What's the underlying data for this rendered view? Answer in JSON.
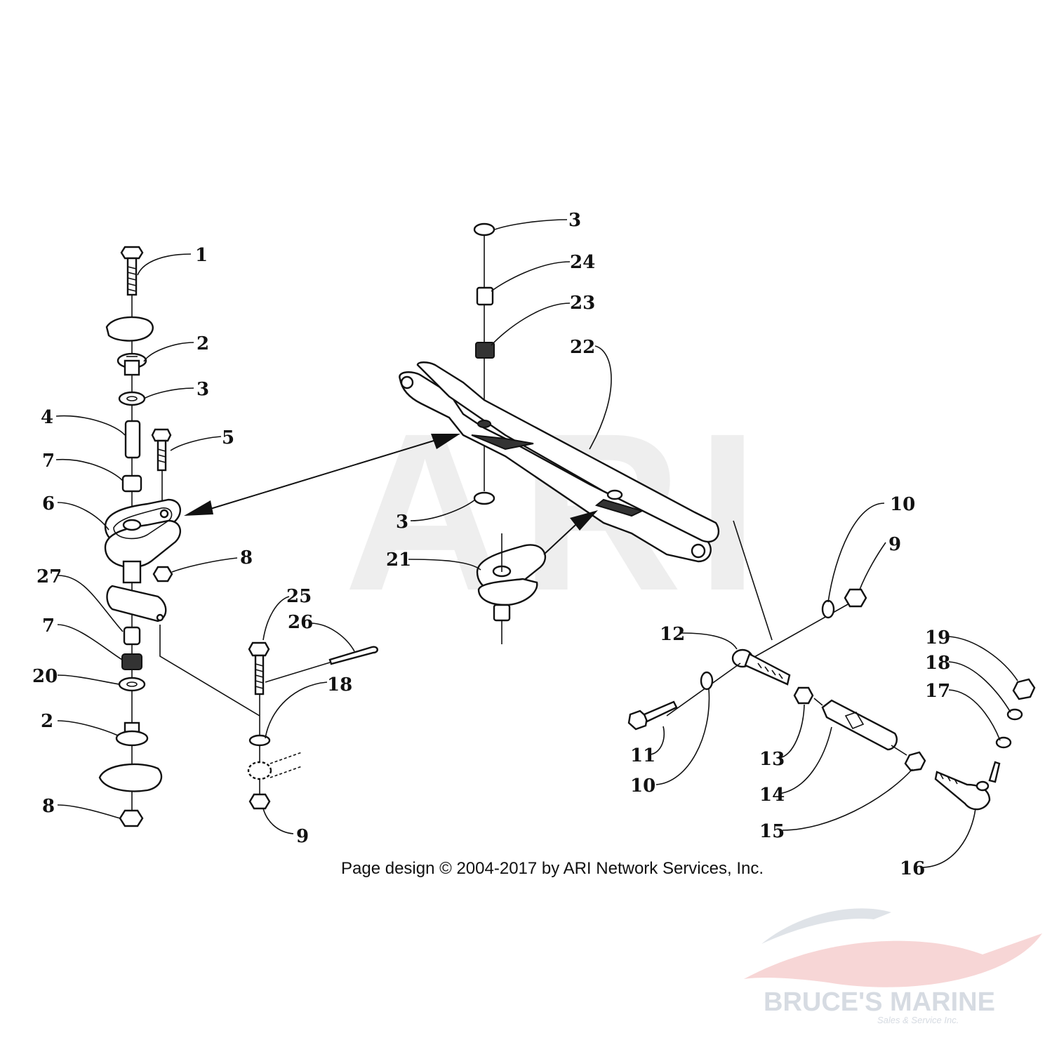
{
  "diagram": {
    "copyright": "Page design © 2004-2017 by ARI Network Services, Inc.",
    "watermark": "ARI",
    "brand": {
      "name": "BRUCE'S MARINE",
      "tagline": "Sales & Service Inc.",
      "colors": {
        "swoosh_red": "#f3c4c4",
        "swoosh_gray": "#dfe3e8",
        "text": "#d6dbe2"
      }
    },
    "callouts": [
      {
        "id": "c1",
        "text": "1"
      },
      {
        "id": "c2a",
        "text": "2"
      },
      {
        "id": "c3a",
        "text": "3"
      },
      {
        "id": "c4",
        "text": "4"
      },
      {
        "id": "c5",
        "text": "5"
      },
      {
        "id": "c7a",
        "text": "7"
      },
      {
        "id": "c6",
        "text": "6"
      },
      {
        "id": "c8a",
        "text": "8"
      },
      {
        "id": "c27",
        "text": "27"
      },
      {
        "id": "c7b",
        "text": "7"
      },
      {
        "id": "c20",
        "text": "20"
      },
      {
        "id": "c2b",
        "text": "2"
      },
      {
        "id": "c8b",
        "text": "8"
      },
      {
        "id": "c25",
        "text": "25"
      },
      {
        "id": "c26",
        "text": "26"
      },
      {
        "id": "c18a",
        "text": "18"
      },
      {
        "id": "c9a",
        "text": "9"
      },
      {
        "id": "c3b",
        "text": "3"
      },
      {
        "id": "c24",
        "text": "24"
      },
      {
        "id": "c23",
        "text": "23"
      },
      {
        "id": "c22",
        "text": "22"
      },
      {
        "id": "c3c",
        "text": "3"
      },
      {
        "id": "c21",
        "text": "21"
      },
      {
        "id": "c10a",
        "text": "10"
      },
      {
        "id": "c9b",
        "text": "9"
      },
      {
        "id": "c12",
        "text": "12"
      },
      {
        "id": "c19",
        "text": "19"
      },
      {
        "id": "c18b",
        "text": "18"
      },
      {
        "id": "c17",
        "text": "17"
      },
      {
        "id": "c11",
        "text": "11"
      },
      {
        "id": "c10b",
        "text": "10"
      },
      {
        "id": "c13",
        "text": "13"
      },
      {
        "id": "c14",
        "text": "14"
      },
      {
        "id": "c15",
        "text": "15"
      },
      {
        "id": "c16",
        "text": "16"
      }
    ]
  }
}
